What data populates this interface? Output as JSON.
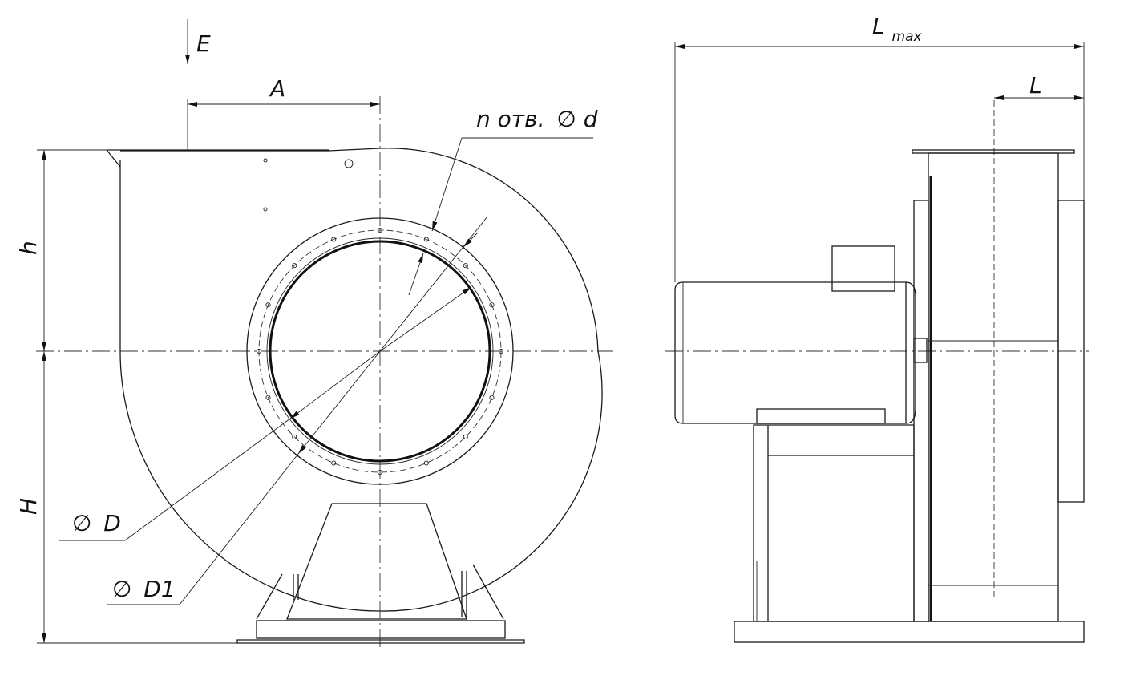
{
  "labels": {
    "E": "E",
    "A": "A",
    "holes": "n отв.",
    "d": "d",
    "h": "h",
    "H": "H",
    "D": "D",
    "D1": "D1",
    "L": "L",
    "Lmax_main": "L",
    "Lmax_sub": "max"
  },
  "symbols": {
    "diameter": "∅"
  }
}
